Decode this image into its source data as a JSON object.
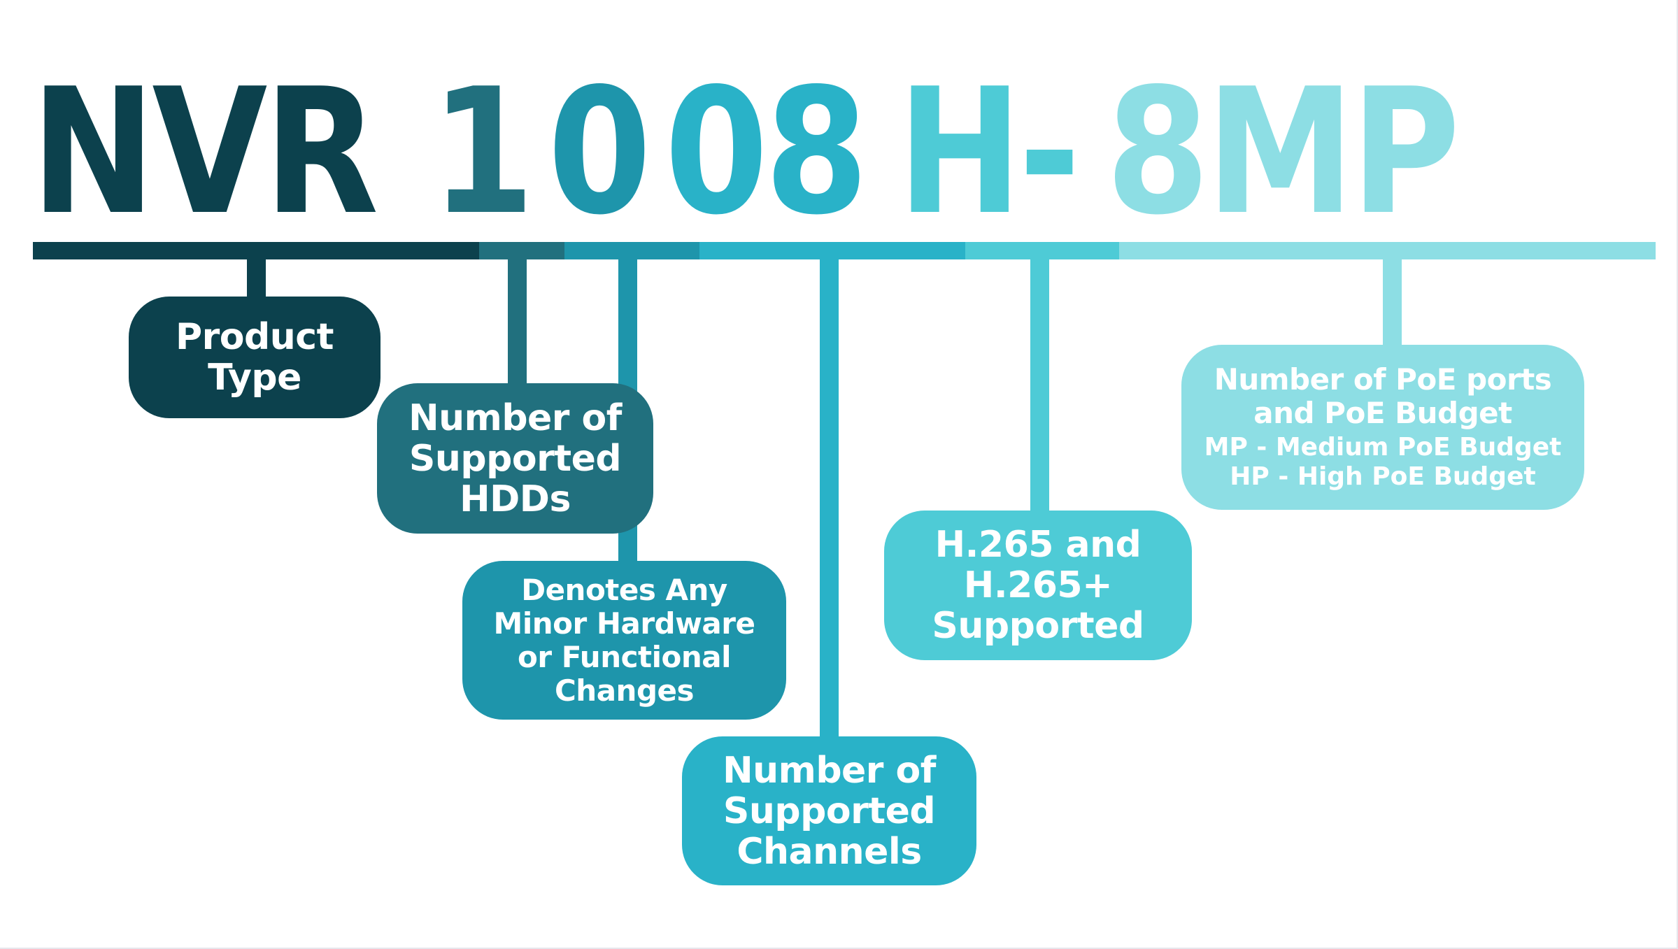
{
  "model_code": {
    "full": "NVR1008H-8MP",
    "parts": [
      {
        "text": "NVR",
        "color": "#0c414d"
      },
      {
        "text": "1",
        "color": "#21707e"
      },
      {
        "text": "0",
        "color": "#1e95ab"
      },
      {
        "text": "08",
        "color": "#29b2c8"
      },
      {
        "text": "H-",
        "color": "#4ecbd6"
      },
      {
        "text": "8MP",
        "color": "#8ddee4"
      }
    ]
  },
  "labels": {
    "product_type": {
      "lines": [
        "Product",
        "Type"
      ],
      "color": "#0c414d"
    },
    "hdds": {
      "lines": [
        "Number of",
        "Supported",
        "HDDs"
      ],
      "color": "#21707e"
    },
    "revision": {
      "lines": [
        "Denotes Any",
        "Minor Hardware",
        "or Functional",
        "Changes"
      ],
      "color": "#1e95ab"
    },
    "channels": {
      "lines": [
        "Number of",
        "Supported",
        "Channels"
      ],
      "color": "#29b2c8"
    },
    "codec": {
      "lines": [
        "H.265 and",
        "H.265+",
        "Supported"
      ],
      "color": "#4ecbd6"
    },
    "poe": {
      "lines": [
        "Number of PoE ports",
        "and PoE Budget"
      ],
      "sub_lines": [
        "MP - Medium PoE Budget",
        "HP - High PoE Budget"
      ],
      "color": "#8ddee4"
    }
  }
}
